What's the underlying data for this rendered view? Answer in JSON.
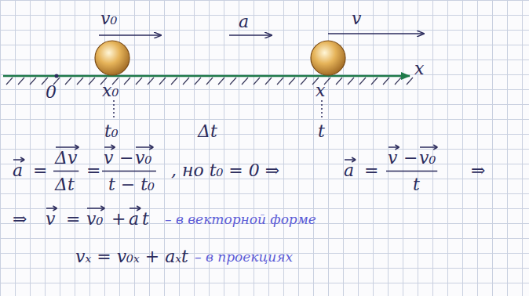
{
  "diagram": {
    "labels": [
      "v₀",
      "a",
      "v",
      "0",
      "x₀",
      "x",
      "x",
      "t₀",
      "Δt",
      "t",
      "a",
      "=",
      "Δv",
      "Δt",
      "=",
      "v",
      "−",
      "v₀",
      "t − t₀",
      ", но t₀ = 0 ⇒",
      "a",
      "=",
      "v",
      "−",
      "v₀",
      "t",
      "⇒",
      "⇒",
      "v",
      "=",
      "v₀",
      "+",
      "a",
      "t",
      "– в векторной форме",
      "vₓ = v₀ₓ + aₓt",
      "– в проекциях"
    ]
  }
}
